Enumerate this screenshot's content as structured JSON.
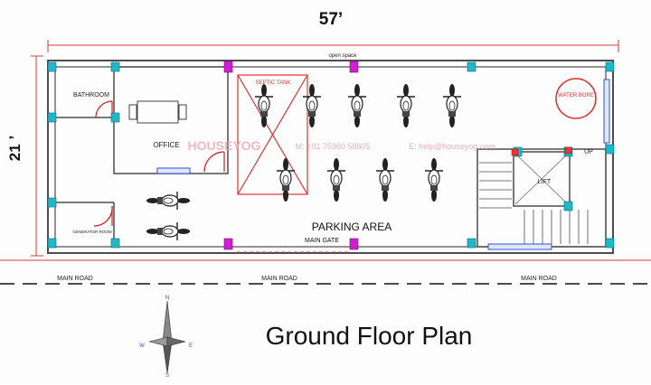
{
  "plan": {
    "width_dim": "57’",
    "height_dim": "21 ’",
    "title": "Ground Floor Plan"
  },
  "rooms": {
    "open_space": "open space",
    "bathroom": "BATHROOM",
    "office": "OFFICE",
    "generator_room": "GENERATOR ROOM",
    "septic_tank": "SEPTIC TANK",
    "water_bore": "WATER BORE",
    "lift": "LIFT",
    "up": "UP",
    "parking_area": "PARKING AREA",
    "main_gate": "MAIN GATE"
  },
  "roads": [
    "MAIN ROAD",
    "MAIN ROAD",
    "MAIN ROAD"
  ],
  "watermark": {
    "brand": "HOUSEYOG",
    "phone": "M: +91 75960 58805",
    "email": "E: help@houseyog.com"
  },
  "compass": {
    "n": "N",
    "s": "S",
    "e": "E",
    "w": "W"
  },
  "colors": {
    "wall": "#4d4d4d",
    "column": "#1fb8c9",
    "gate_column": "#d01fcf",
    "dimension_red": "#d83a3a",
    "septic_red": "#e03030",
    "watermark": "#e9a7b4"
  }
}
